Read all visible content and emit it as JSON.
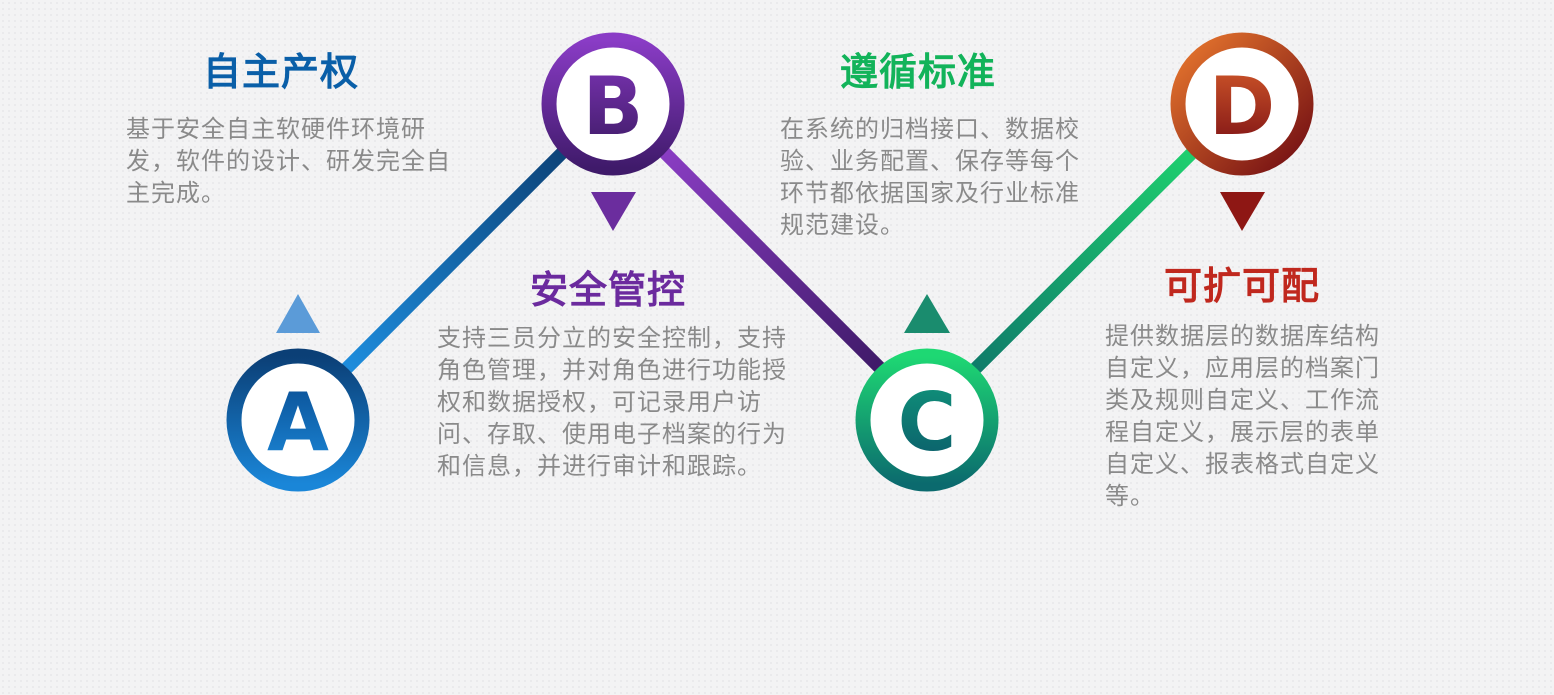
{
  "colors": {
    "blue": "#0a5fa8",
    "purple": "#5b2a86",
    "green": "#19c274",
    "red": "#c0281e"
  },
  "steps": [
    {
      "letter": "A",
      "title": "自主产权",
      "text": "基于安全自主软硬件环境研发，软件的设计、研发完全自主完成。"
    },
    {
      "letter": "B",
      "title": "安全管控",
      "text": "支持三员分立的安全控制，支持角色管理，并对角色进行功能授权和数据授权，可记录用户访问、存取、使用电子档案的行为和信息，并进行审计和跟踪。"
    },
    {
      "letter": "C",
      "title": "遵循标准",
      "text": "在系统的归档接口、数据校验、业务配置、保存等每个环节都依据国家及行业标准规范建设。"
    },
    {
      "letter": "D",
      "title": "可扩可配",
      "text": "提供数据层的数据库结构自定义，应用层的档案门类及规则自定义、工作流程自定义，展示层的表单自定义、报表格式自定义等。"
    }
  ]
}
